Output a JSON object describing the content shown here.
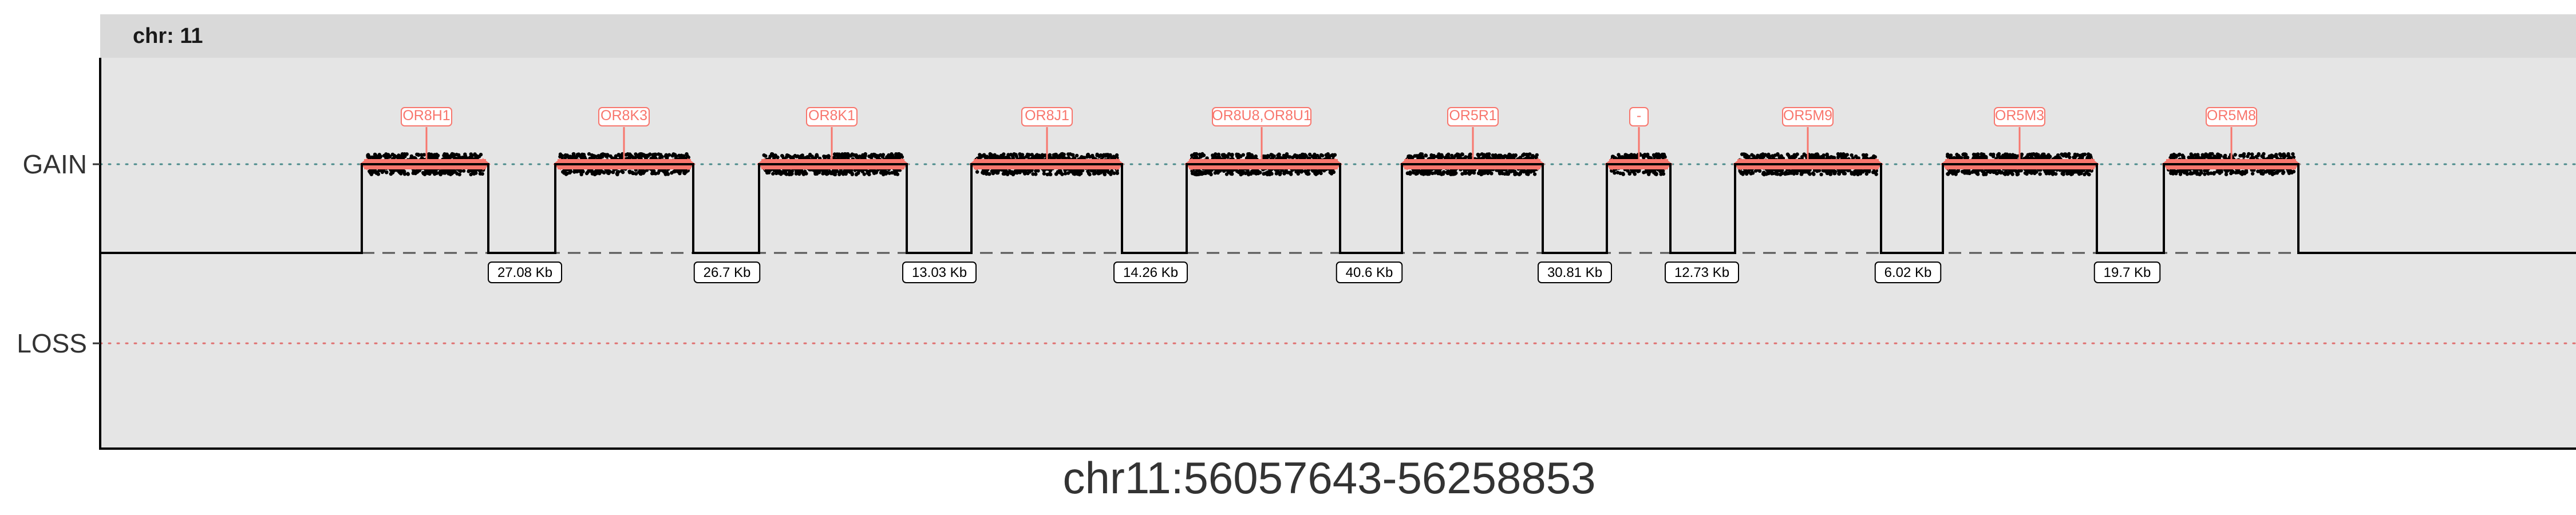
{
  "chart_data": {
    "type": "line",
    "facet_label": "chr: 11",
    "xlabel": "chr11:56057643-56258853",
    "y_categories": [
      "GAIN",
      "LOSS"
    ],
    "colors": {
      "panel_bg": "#e5e5e5",
      "strip_bg": "#d9d9d9",
      "gene": "#f8766d",
      "gain_ref": "#4c8c8c",
      "loss_ref": "#e07070",
      "gain_dots": "#000000"
    },
    "gain_segments": [
      {
        "gene": "OR8H1"
      },
      {
        "gene": "OR8K3"
      },
      {
        "gene": "OR8K1"
      },
      {
        "gene": "OR8J1"
      },
      {
        "gene": "OR8U8,OR8U1"
      },
      {
        "gene": "OR5R1"
      },
      {
        "gene": "-"
      },
      {
        "gene": "OR5M9"
      },
      {
        "gene": "OR5M3"
      },
      {
        "gene": "OR5M8"
      }
    ],
    "gaps": [
      "27.08 Kb",
      "26.7 Kb",
      "13.03 Kb",
      "14.26 Kb",
      "40.6 Kb",
      "30.81 Kb",
      "12.73 Kb",
      "6.02 Kb",
      "19.7 Kb"
    ]
  }
}
